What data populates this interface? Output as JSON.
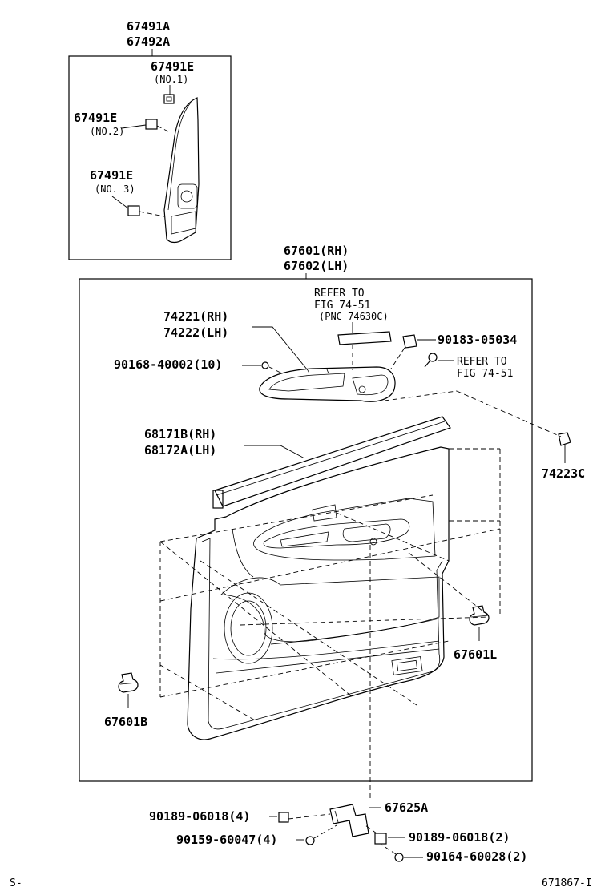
{
  "labels": {
    "top_part_a": "67491A",
    "top_part_b": "67492A",
    "clip_no1": "67491E",
    "clip_no1_note": "(NO.1)",
    "clip_no2": "67491E",
    "clip_no2_note": "(NO.2)",
    "clip_no3": "67491E",
    "clip_no3_note": "(NO. 3)",
    "panel_rh": "67601(RH)",
    "panel_lh": "67602(LH)",
    "refer1_line1": "REFER TO",
    "refer1_line2": "FIG 74-51",
    "refer1_line3": "(PNC 74630C)",
    "armrest_rh": "74221(RH)",
    "armrest_lh": "74222(LH)",
    "screw_top": "90168-40002(10)",
    "clip_90183": "90183-05034",
    "refer2_line1": "REFER TO",
    "refer2_line2": "FIG 74-51",
    "weather_rh": "68171B(RH)",
    "weather_lh": "68172A(LH)",
    "part_74223c": "74223C",
    "clip_67601l": "67601L",
    "clip_67601b": "67601B",
    "bracket": "67625A",
    "clip_left_4": "90189-06018(4)",
    "screw_left_4": "90159-60047(4)",
    "clip_right_2": "90189-06018(2)",
    "screw_right_2": "90164-60028(2)",
    "corner_left": "S-",
    "corner_right": "671867-I"
  }
}
